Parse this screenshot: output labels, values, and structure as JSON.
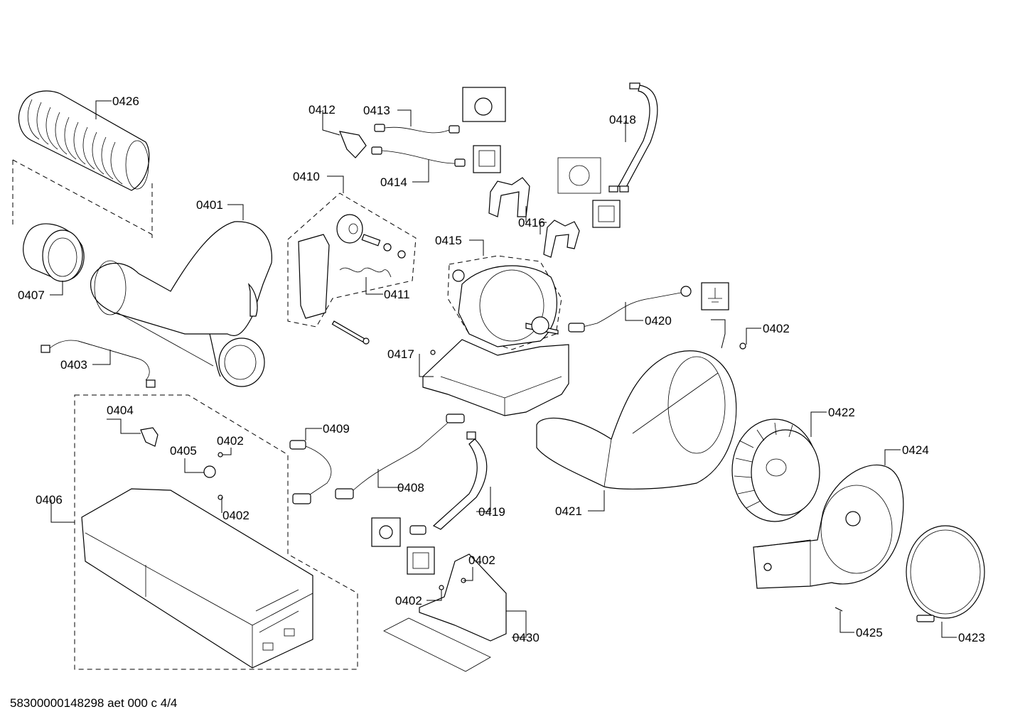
{
  "footer": "58300000148298 aet 000 c 4/4",
  "labels": {
    "p0401": "0401",
    "p0402a": "0402",
    "p0402b": "0402",
    "p0402c": "0402",
    "p0402d": "0402",
    "p0402e": "0402",
    "p0403": "0403",
    "p0404": "0404",
    "p0405": "0405",
    "p0406": "0406",
    "p0407": "0407",
    "p0408": "0408",
    "p0409": "0409",
    "p0410": "0410",
    "p0411": "0411",
    "p0412": "0412",
    "p0413": "0413",
    "p0414": "0414",
    "p0415": "0415",
    "p0416": "0416",
    "p0417": "0417",
    "p0418": "0418",
    "p0419": "0419",
    "p0420": "0420",
    "p0421": "0421",
    "p0422": "0422",
    "p0423": "0423",
    "p0424": "0424",
    "p0425": "0425",
    "p0426": "0426",
    "p0430": "0430"
  }
}
